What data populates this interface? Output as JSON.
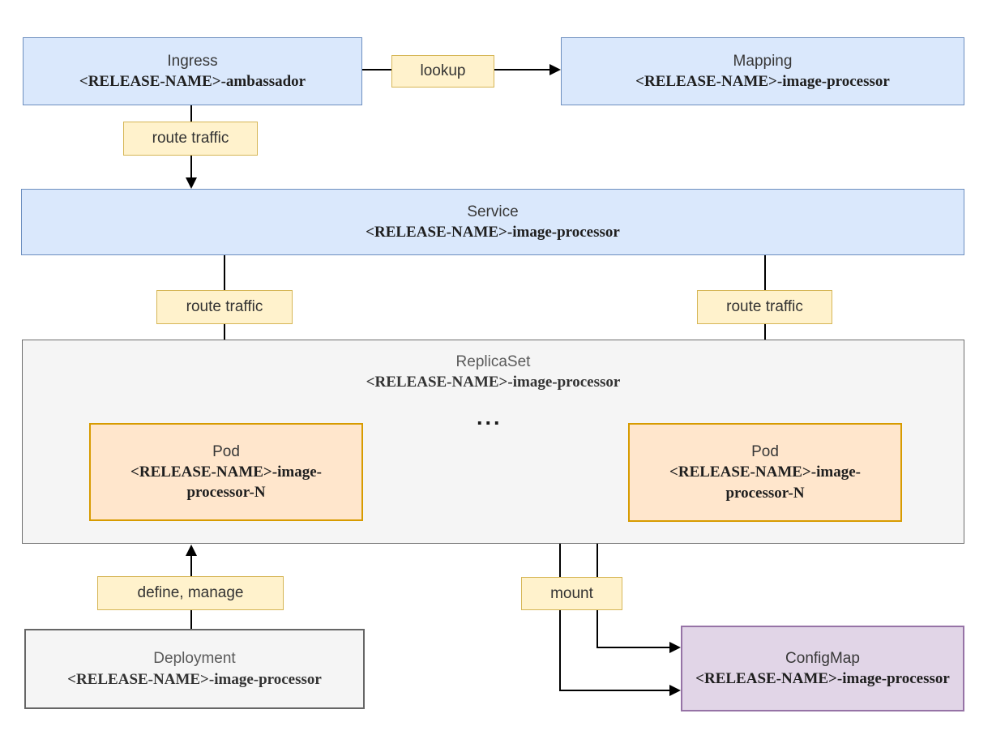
{
  "nodes": {
    "ingress": {
      "title": "Ingress",
      "subtitle": "<RELEASE-NAME>-ambassador"
    },
    "mapping": {
      "title": "Mapping",
      "subtitle": "<RELEASE-NAME>-image-processor"
    },
    "service": {
      "title": "Service",
      "subtitle": "<RELEASE-NAME>-image-processor"
    },
    "replicaset": {
      "title": "ReplicaSet",
      "subtitle": "<RELEASE-NAME>-image-processor"
    },
    "pod_left": {
      "title": "Pod",
      "subtitle": "<RELEASE-NAME>-image-processor-N"
    },
    "pod_right": {
      "title": "Pod",
      "subtitle": "<RELEASE-NAME>-image-processor-N"
    },
    "deployment": {
      "title": "Deployment",
      "subtitle": "<RELEASE-NAME>-image-processor"
    },
    "configmap": {
      "title": "ConfigMap",
      "subtitle": "<RELEASE-NAME>-image-processor"
    }
  },
  "edge_labels": {
    "lookup": "lookup",
    "route_traffic_ingress_service": "route traffic",
    "route_traffic_service_pod_left": "route traffic",
    "route_traffic_service_pod_right": "route traffic",
    "define_manage": "define, manage",
    "mount": "mount"
  },
  "ellipsis": "...",
  "colors": {
    "node_blue_fill": "#dae8fc",
    "node_blue_border": "#6c8ebf",
    "node_orange_fill": "#ffe6cc",
    "node_orange_border": "#d79b00",
    "node_gray_fill": "#f5f5f5",
    "node_gray_border": "#666666",
    "node_purple_fill": "#e1d5e7",
    "node_purple_border": "#9673a6",
    "label_fill": "#fff2cc",
    "label_border": "#d6b656",
    "edge_color": "#000000",
    "background": "#ffffff"
  }
}
